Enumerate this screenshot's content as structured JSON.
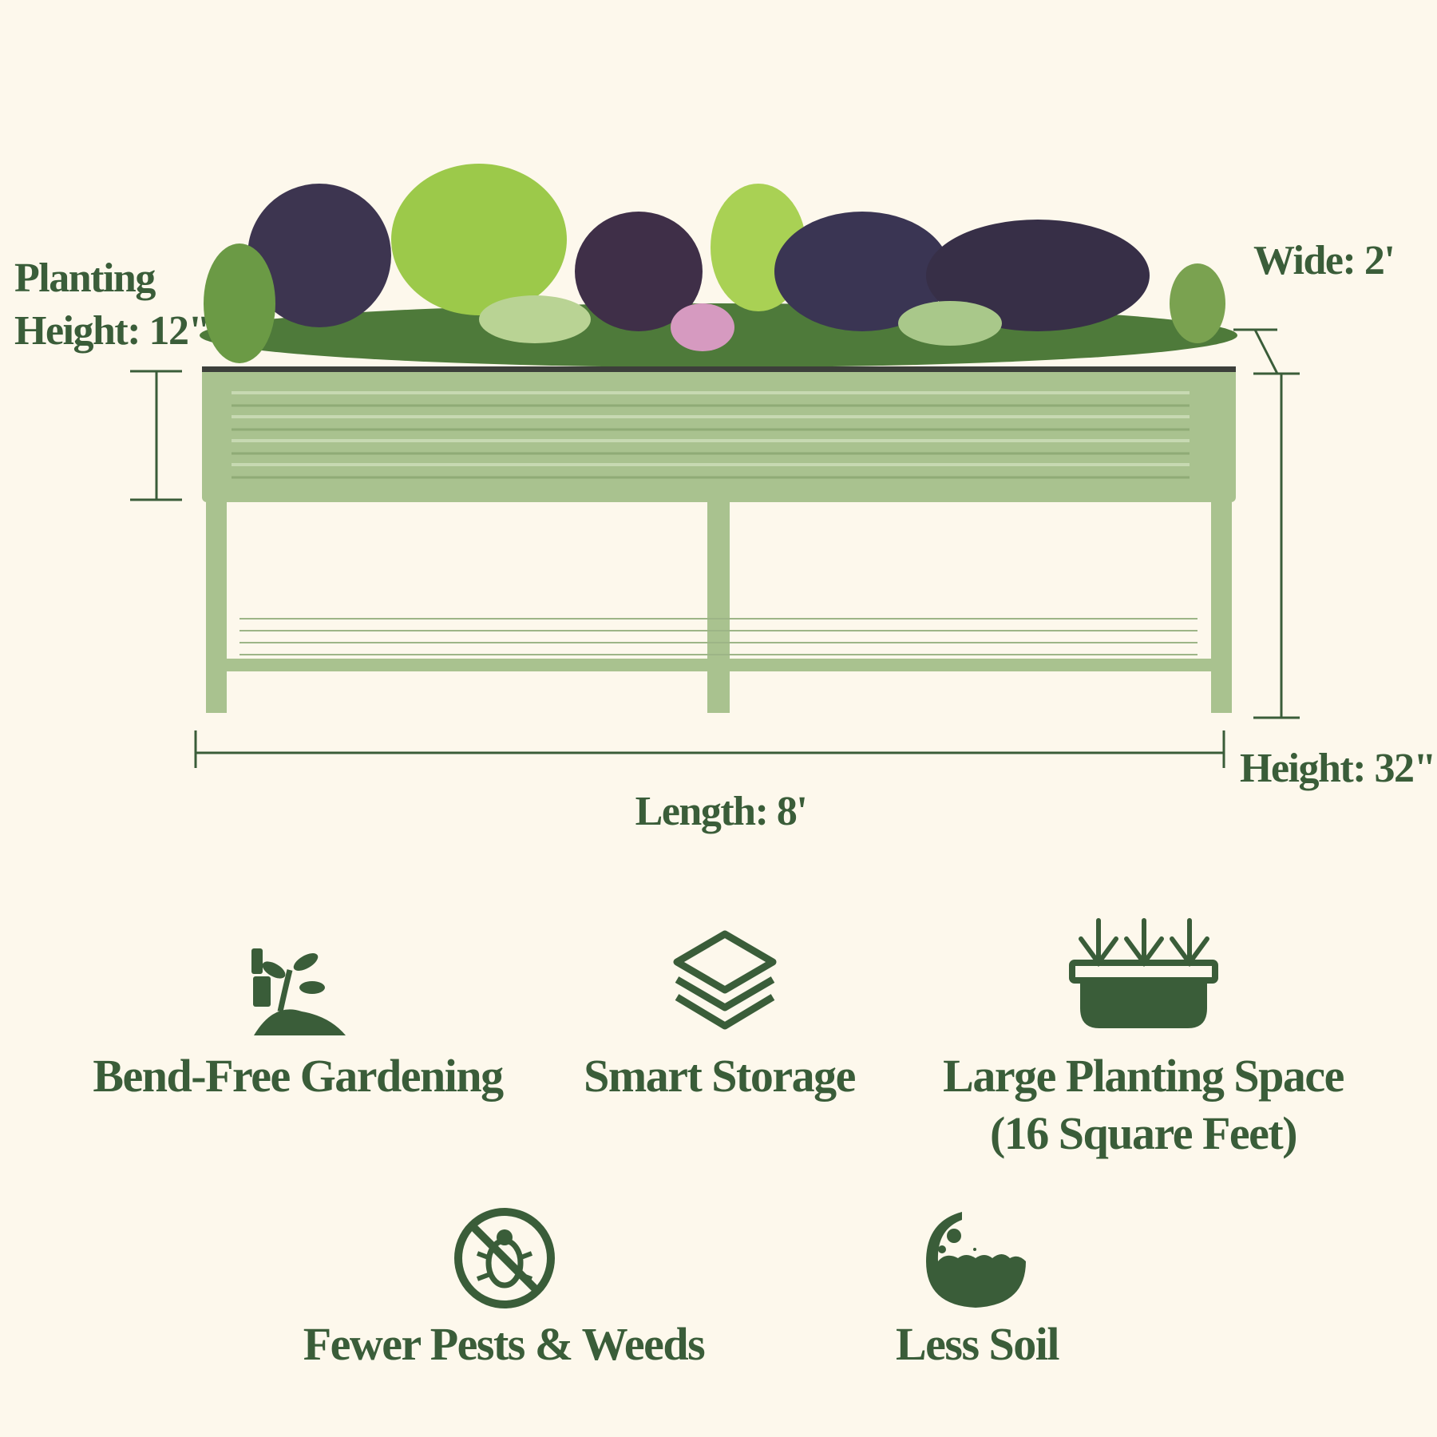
{
  "dimensions": {
    "planting_height": [
      "Planting",
      "Height: 12\""
    ],
    "wide": "Wide: 2'",
    "height": "Height: 32\"",
    "length": "Length: 8'"
  },
  "features": [
    {
      "label": "Bend-Free Gardening",
      "icon": "plant-shovel-icon"
    },
    {
      "label": "Smart Storage",
      "icon": "layers-icon"
    },
    {
      "label": "Large Planting Space",
      "label2": "(16 Square Feet)",
      "icon": "planter-box-icon"
    },
    {
      "label": "Fewer Pests & Weeds",
      "icon": "no-bug-icon"
    },
    {
      "label": "Less Soil",
      "icon": "soil-bowl-icon"
    }
  ],
  "colors": {
    "background": "#fdf8ec",
    "text": "#3a5d39",
    "planter": "#a9c28f"
  }
}
